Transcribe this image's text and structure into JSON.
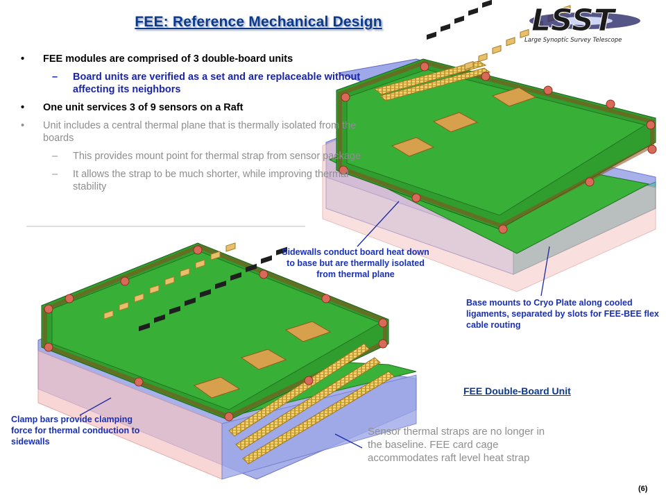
{
  "slide": {
    "title": "FEE:  Reference Mechanical Design",
    "page_number": "(6)"
  },
  "logo": {
    "wordmark": "LSST",
    "tagline": "Large Synoptic Survey Telescope"
  },
  "bullets": [
    {
      "text": "FEE modules are comprised of 3 double-board units"
    },
    {
      "text": "Board units are verified as a set and are replaceable without affecting its neighbors"
    },
    {
      "text": "One unit services 3 of 9 sensors on a Raft"
    },
    {
      "text": "Unit includes a central thermal plane that is thermally isolated from the boards"
    },
    {
      "text": "This provides mount point for thermal strap from sensor package"
    },
    {
      "text": "It allows the strap to be much shorter, while improving thermal stability"
    }
  ],
  "callouts": {
    "sidewalls": "Sidewalls conduct board heat down to base but are thermally isolated from thermal plane",
    "base_mounts": "Base mounts to Cryo Plate along cooled ligaments, separated by slots for FEE-BEE flex cable routing",
    "clamp_bars": "Clamp bars provide clamping force for thermal conduction to sidewalls",
    "sensor_straps": "Sensor thermal straps are no longer in the baseline. FEE card cage accommodates raft level heat strap",
    "unit_caption": "FEE Double-Board Unit"
  },
  "colors": {
    "title": "#0b3a8c",
    "callout": "#1830b8",
    "board_green": "#2aa12a",
    "connector_gold": "#d9b64a",
    "frame_pink": "#f2b3b3",
    "base_blue": "#9fa8e8"
  }
}
